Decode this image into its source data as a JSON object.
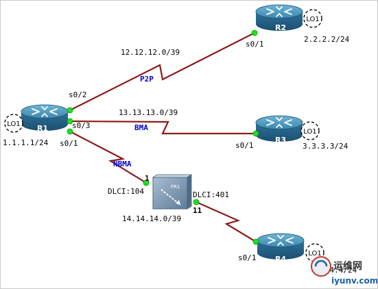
{
  "routers": {
    "r1": {
      "name": "R1",
      "lo": "LO1",
      "ip": "1.1.1.1/24"
    },
    "r2": {
      "name": "R2",
      "lo": "LO1",
      "ip": "2.2.2.2/24"
    },
    "r3": {
      "name": "R3",
      "lo": "LO1",
      "ip": "3.3.3.3/24"
    },
    "r4": {
      "name": "R4",
      "lo": "LO1",
      "ip": "4.4.4.4/24"
    }
  },
  "switch": {
    "name": "FR1"
  },
  "links": {
    "p2p": {
      "type": "P2P",
      "network": "12.12.12.0/39",
      "r1_if": "s0/2",
      "r2_if": "s0/1"
    },
    "bma": {
      "type": "BMA",
      "network": "13.13.13.0/39",
      "r1_if": "s0/3",
      "r3_if": "s0/1"
    },
    "nbma": {
      "type": "NBMA",
      "r1_if": "s0/1",
      "fr_port_r1": "1",
      "dlci_r1": "DLCI:104"
    },
    "fr": {
      "network": "14.14.14.0/39",
      "fr_port_r4": "11",
      "dlci_r4": "DLCI:401",
      "r4_if": "s0/1"
    }
  },
  "watermark": {
    "cn": "运维网",
    "url": "iyunv.com"
  },
  "colors": {
    "link": "#8b1a1a",
    "port": "#22dd22",
    "router_body": "#2f7aa0",
    "link_label": "#0000cc"
  }
}
